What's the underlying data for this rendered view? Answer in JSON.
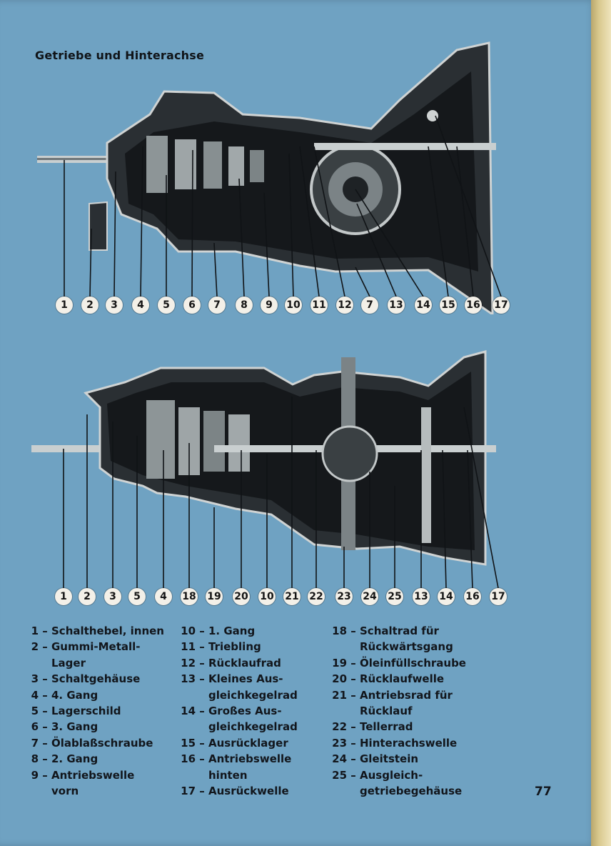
{
  "page": {
    "title": "Getriebe und Hinterachse",
    "page_number": "77"
  },
  "colors": {
    "page_background": "#6fa2c2",
    "diagram_dark": "#1c2024",
    "diagram_gray": "#9aa0a2",
    "callout_circle": "#f3f0e8"
  },
  "diagram_top": {
    "callouts": [
      "1",
      "2",
      "3",
      "4",
      "5",
      "6",
      "7",
      "8",
      "9",
      "10",
      "11",
      "12",
      "7",
      "13",
      "14",
      "15",
      "16",
      "17"
    ]
  },
  "diagram_bottom": {
    "callouts": [
      "1",
      "2",
      "3",
      "5",
      "4",
      "18",
      "19",
      "20",
      "10",
      "21",
      "22",
      "23",
      "24",
      "25",
      "13",
      "14",
      "16",
      "17"
    ]
  },
  "legend": {
    "col1": [
      {
        "n": "1 –",
        "t": "Schalthebel, innen"
      },
      {
        "n": "2 –",
        "t": "Gummi-Metall-"
      },
      {
        "n": "",
        "t": "Lager"
      },
      {
        "n": "3 –",
        "t": "Schaltgehäuse"
      },
      {
        "n": "4 –",
        "t": "4. Gang"
      },
      {
        "n": "5 –",
        "t": "Lagerschild"
      },
      {
        "n": "6 –",
        "t": "3. Gang"
      },
      {
        "n": "7 –",
        "t": "Ölablaßschraube"
      },
      {
        "n": "8 –",
        "t": "2. Gang"
      },
      {
        "n": "9 –",
        "t": "Antriebswelle"
      },
      {
        "n": "",
        "t": "vorn"
      }
    ],
    "col2": [
      {
        "n": "10 –",
        "t": "1. Gang"
      },
      {
        "n": "11 –",
        "t": "Triebling"
      },
      {
        "n": "12 –",
        "t": "Rücklaufrad"
      },
      {
        "n": "13 –",
        "t": "Kleines Aus-"
      },
      {
        "n": "",
        "t": "gleichkegelrad"
      },
      {
        "n": "14 –",
        "t": "Großes Aus-"
      },
      {
        "n": "",
        "t": "gleichkegelrad"
      },
      {
        "n": "15 –",
        "t": "Ausrücklager"
      },
      {
        "n": "16 –",
        "t": "Antriebswelle"
      },
      {
        "n": "",
        "t": "hinten"
      },
      {
        "n": "17 –",
        "t": "Ausrückwelle"
      }
    ],
    "col3": [
      {
        "n": "18 –",
        "t": "Schaltrad für"
      },
      {
        "n": "",
        "t": "Rückwärtsgang"
      },
      {
        "n": "19 –",
        "t": "Öleinfüllschraube"
      },
      {
        "n": "20 –",
        "t": "Rücklaufwelle"
      },
      {
        "n": "21 –",
        "t": "Antriebsrad für"
      },
      {
        "n": "",
        "t": "Rücklauf"
      },
      {
        "n": "22 –",
        "t": "Tellerrad"
      },
      {
        "n": "23 –",
        "t": "Hinterachswelle"
      },
      {
        "n": "24 –",
        "t": "Gleitstein"
      },
      {
        "n": "25 –",
        "t": "Ausgleich-"
      },
      {
        "n": "",
        "t": "getriebegehäuse"
      }
    ]
  }
}
